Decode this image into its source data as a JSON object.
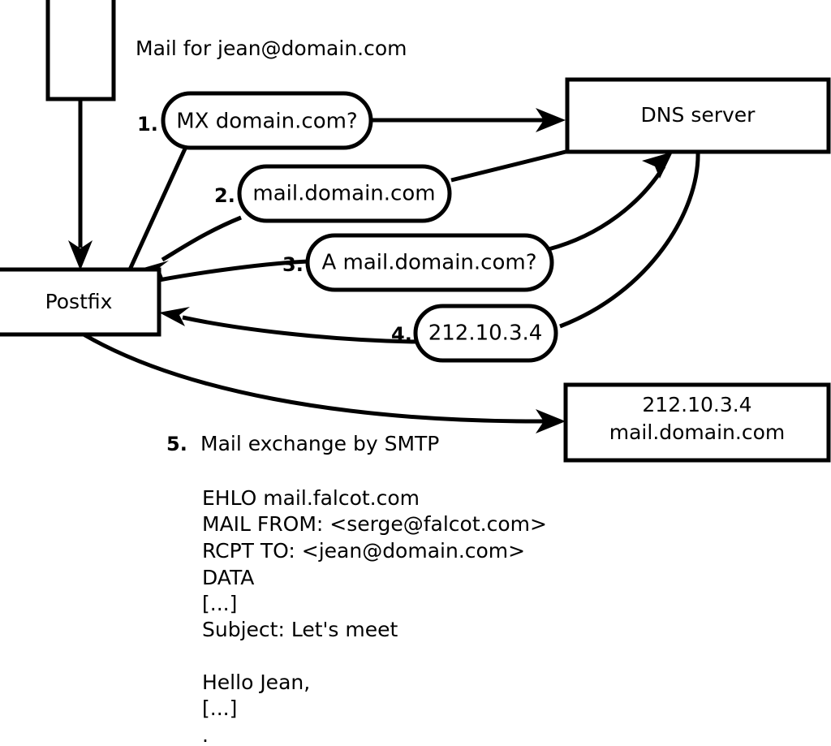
{
  "diagram": {
    "title_note": "Mail for jean@domain.com",
    "nodes": {
      "sender_box": {
        "label": ""
      },
      "postfix": {
        "label": "Postfix"
      },
      "dns_server": {
        "label": "DNS server"
      },
      "mail_server": {
        "line1": "212.10.3.4",
        "line2": "mail.domain.com"
      }
    },
    "steps": [
      {
        "number": "1.",
        "label": "MX domain.com?"
      },
      {
        "number": "2.",
        "label": "mail.domain.com"
      },
      {
        "number": "3.",
        "label": "A mail.domain.com?"
      },
      {
        "number": "4.",
        "label": "212.10.3.4"
      },
      {
        "number": "5.",
        "label": "Mail exchange by SMTP"
      }
    ],
    "smtp_transcript": [
      "EHLO mail.falcot.com",
      "MAIL FROM: <serge@falcot.com>",
      "RCPT TO: <jean@domain.com>",
      "DATA",
      "[...]",
      "Subject: Let's meet",
      "",
      "Hello Jean,",
      "[...]",
      "",
      "."
    ],
    "colors": {
      "stroke": "#000000",
      "fill": "#ffffff",
      "text": "#000000"
    }
  }
}
